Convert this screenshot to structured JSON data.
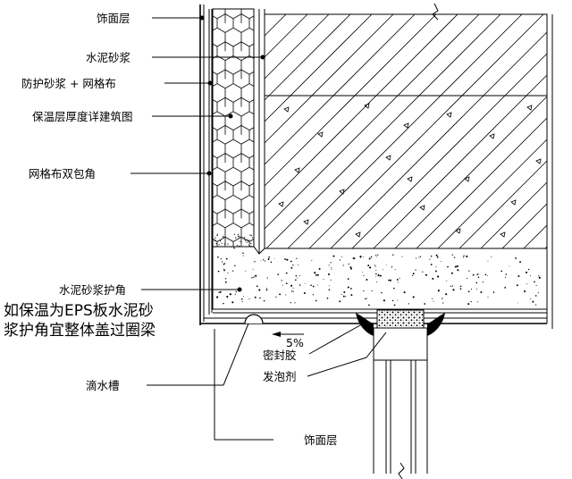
{
  "labels": {
    "facing_top": "饰面层",
    "cement_mortar": "水泥砂浆",
    "protective_mortar_mesh": "防护砂浆 + 网格布",
    "insulation_thickness": "保温层厚度详建筑图",
    "mesh_double_wrap": "网格布双包角",
    "mortar_corner_guard": "水泥砂浆护角",
    "sealant": "密封胶",
    "drip_groove": "滴水槽",
    "foam_agent": "发泡剂",
    "facing_bottom": "饰面层",
    "slope": "5%"
  },
  "note": {
    "line1": "如保温为EPS板水泥砂",
    "line2": "浆护角宜整体盖过圈梁"
  }
}
